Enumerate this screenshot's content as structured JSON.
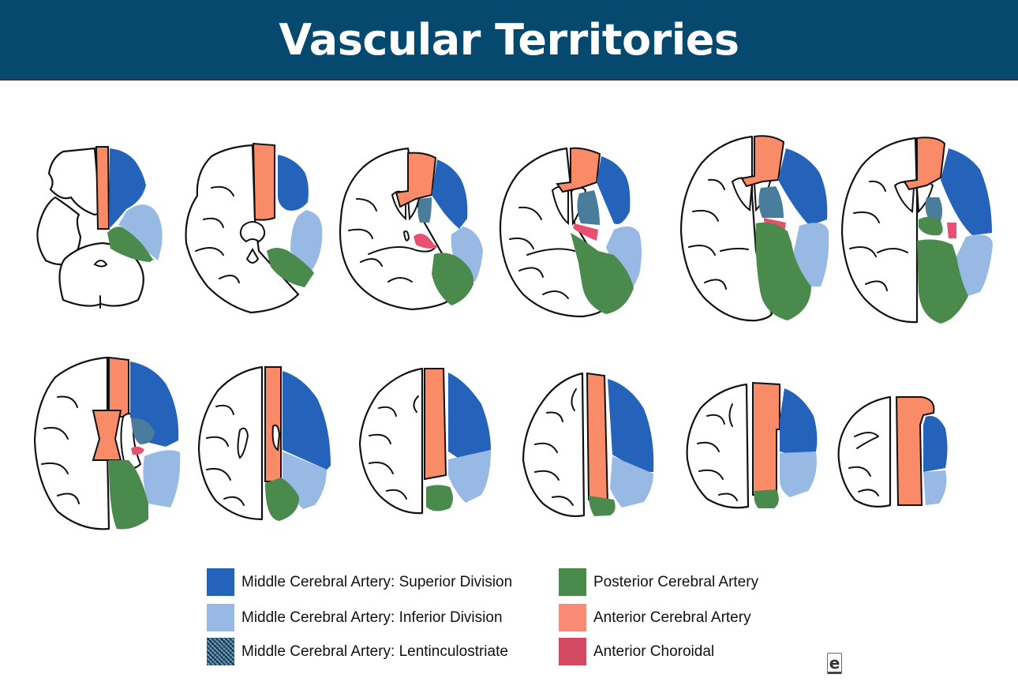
{
  "header": {
    "title": "Vascular Territories",
    "background": "#06496e"
  },
  "colors": {
    "mca_superior": "#2563bb",
    "mca_inferior": "#97b9e3",
    "mca_lenticulostriate": "#4a7d9c",
    "pca": "#4a8a4c",
    "aca": "#f98b68",
    "anterior_choroidal": "#e85070"
  },
  "slices": {
    "row1": [
      "slice-1",
      "slice-2",
      "slice-3",
      "slice-4",
      "slice-5",
      "slice-6"
    ],
    "row2": [
      "slice-7",
      "slice-8",
      "slice-9",
      "slice-10",
      "slice-11",
      "slice-12"
    ]
  },
  "legend": {
    "items": [
      {
        "label": "Middle Cerebral Artery: Superior Division",
        "color": "#2563bb"
      },
      {
        "label": "Middle Cerebral Artery: Inferior Division",
        "color": "#97b9e3"
      },
      {
        "label": "Middle Cerebral Artery: Lentinculostriate",
        "color": "hatched"
      },
      {
        "label": "Posterior Cerebral Artery",
        "color": "#4a8a4c"
      },
      {
        "label": "Anterior Cerebral Artery",
        "color": "#fa8c76"
      },
      {
        "label": "Anterior Choroidal",
        "color": "#d24a62"
      }
    ]
  },
  "logo": {
    "glyph": "e"
  }
}
